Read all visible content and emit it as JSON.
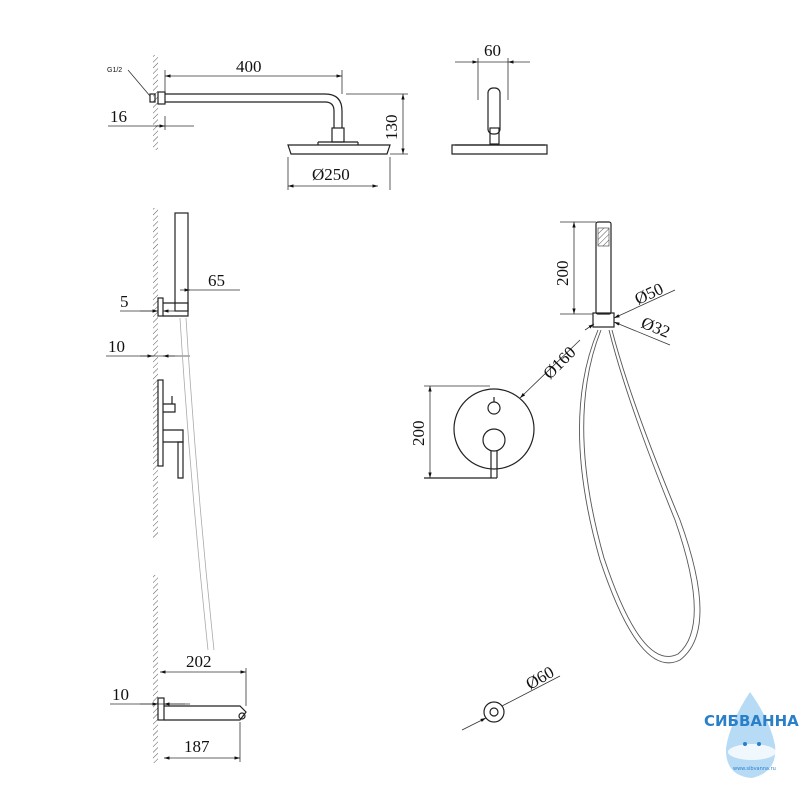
{
  "dimensions": {
    "arm_length": "400",
    "thread": "G1/2",
    "wall_offset_top": "16",
    "head_height": "130",
    "head_diameter": "Ø250",
    "side_width": "60",
    "handshower_height": "200",
    "handshower_d50": "Ø50",
    "handshower_d32": "Ø32",
    "mixer_diameter": "Ø160",
    "mixer_height": "200",
    "holder_depth": "65",
    "holder_gap": "5",
    "mixer_offset": "10",
    "spout_total": "202",
    "spout_wall": "10",
    "spout_length": "187",
    "outlet_diameter": "Ø60"
  },
  "watermark": {
    "name": "СИБВАННА",
    "url": "www.sibvanna.ru"
  },
  "colors": {
    "line": "#222222",
    "brand": "#2a7fc9"
  }
}
